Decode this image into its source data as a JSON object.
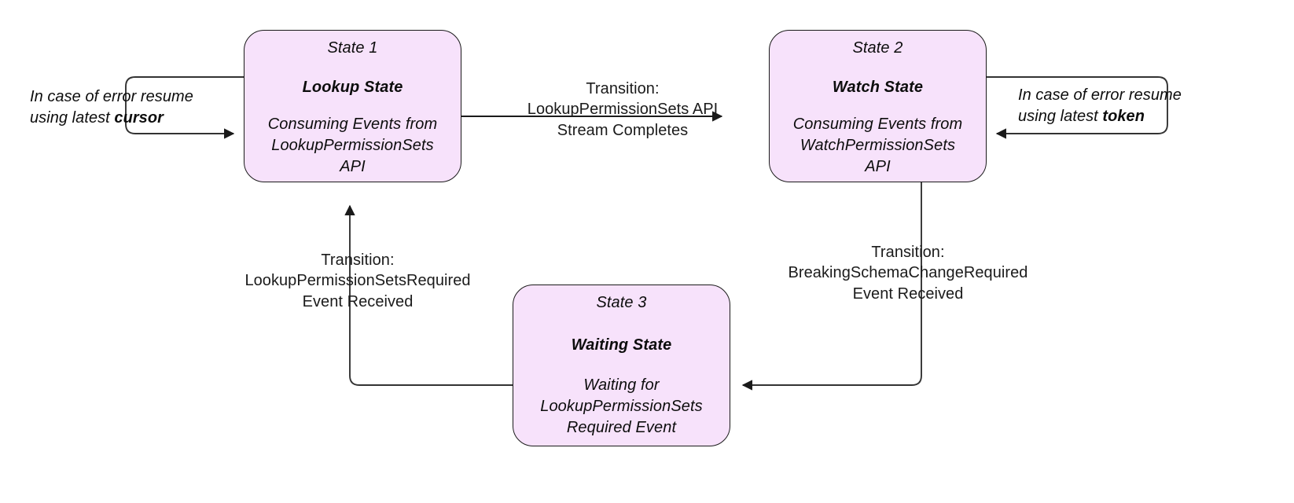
{
  "diagram": {
    "type": "state-machine",
    "background_color": "#ffffff",
    "node_fill_color": "#f7e2fb",
    "node_stroke_color": "#1a1a1a",
    "edge_color": "#333333",
    "states": [
      {
        "id": "state-1",
        "index_label": "State 1",
        "title": "Lookup State",
        "description": "Consuming Events from\nLookupPermissionSets\nAPI"
      },
      {
        "id": "state-2",
        "index_label": "State 2",
        "title": "Watch State",
        "description": "Consuming Events from\nWatchPermissionSets\nAPI"
      },
      {
        "id": "state-3",
        "index_label": "State 3",
        "title": "Waiting State",
        "description": "Waiting for\nLookupPermissionSets\nRequired Event"
      }
    ],
    "transitions": [
      {
        "id": "t1",
        "from": "state-1",
        "to": "state-2",
        "label": "Transition:\nLookupPermissionSets API\nStream Completes"
      },
      {
        "id": "t2",
        "from": "state-3",
        "to": "state-1",
        "label": "Transition:\nLookupPermissionSetsRequired\nEvent Received"
      },
      {
        "id": "t3",
        "from": "state-2",
        "to": "state-3",
        "label": "Transition:\nBreakingSchemaChangeRequired\nEvent Received"
      }
    ],
    "self_loops": [
      {
        "id": "loop-left",
        "on": "state-1",
        "line_1": "In case of error resume",
        "line_2_prefix": "using latest ",
        "line_2_emphasis": "cursor"
      },
      {
        "id": "loop-right",
        "on": "state-2",
        "line_1": "In case of error resume",
        "line_2_prefix": "using latest ",
        "line_2_emphasis": "token"
      }
    ]
  }
}
